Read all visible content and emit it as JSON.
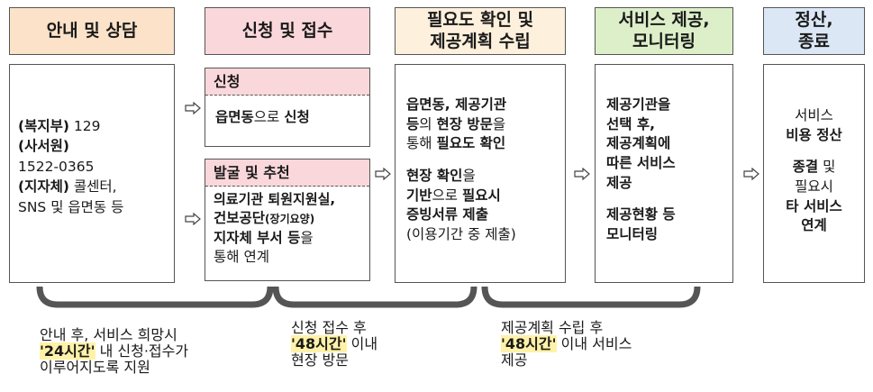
{
  "colors": {
    "stage1": "#fbe2c9",
    "stage2": "#fad7da",
    "stage3": "#fdf0dc",
    "stage4": "#ddefc9",
    "stage5": "#dce7f6",
    "highlight": "#fff2a8",
    "bracket": "#555555"
  },
  "stages": [
    {
      "header": "안내 및 상담"
    },
    {
      "header": "신청 및 접수"
    },
    {
      "header_l1": "필요도 확인 및",
      "header_l2": "제공계획 수립"
    },
    {
      "header_l1": "서비스 제공,",
      "header_l2": "모니터링"
    },
    {
      "header_l1": "정산,",
      "header_l2": "종료"
    }
  ],
  "box1": {
    "l1_b": "(복지부)",
    "l1_t": " 129",
    "l2_b": "(사서원)",
    "l3_t": "1522-0365",
    "l4_b": "(지자체)",
    "l4_t": " 콜센터,",
    "l5_t": "SNS 및 읍면동 등"
  },
  "box2a": {
    "title": "신청",
    "body_b1": "읍면동",
    "body_t1": "으로 ",
    "body_b2": "신청"
  },
  "box2b": {
    "title": "발굴 및 추천",
    "l1_b": "의료기관 퇴원지원실,",
    "l2_b": "건보공단",
    "l2_s": "(장기요양)",
    "l3_b": "지자체 부서 등",
    "l3_t": "을",
    "l4_t": "통해 연계"
  },
  "box3": {
    "l1_b": "읍면동, 제공기관",
    "l2_b1": "등",
    "l2_t": "의 ",
    "l2_b2": "현장 방문",
    "l2_t2": "을",
    "l3_t": "통해 ",
    "l3_b": "필요도 확인",
    "l4_b": "현장 확인",
    "l4_t": "을",
    "l5_b1": "기반",
    "l5_t": "으로 ",
    "l5_b2": "필요시",
    "l6_b": "증빙서류 제출",
    "l7_t": "(이용기간 중 제출)"
  },
  "box4": {
    "l1": "제공기관을",
    "l2": "선택 후,",
    "l3": "제공계획에",
    "l4": "따른 서비스",
    "l5": "제공",
    "l6": "제공현황 등",
    "l7": "모니터링"
  },
  "box5": {
    "l1_t": "서비스",
    "l2_b": "비용 정산",
    "l3_b": "종결",
    "l3_t": " 및",
    "l4_t": "필요시",
    "l5_b": "타 서비스",
    "l6_b": "연계"
  },
  "notes": [
    {
      "l1": "안내 후, 서비스 희망시",
      "hl": "'24시간'",
      "l2_rest": " 내 신청·접수가",
      "l3": "이루어지도록 지원"
    },
    {
      "l1": "신청 접수 후",
      "hl": "'48시간'",
      "l2_rest": " 이내",
      "l3": "현장 방문"
    },
    {
      "l1": "제공계획 수립 후",
      "hl": "'48시간'",
      "l2_rest": " 이내 서비스",
      "l3": "제공"
    }
  ]
}
